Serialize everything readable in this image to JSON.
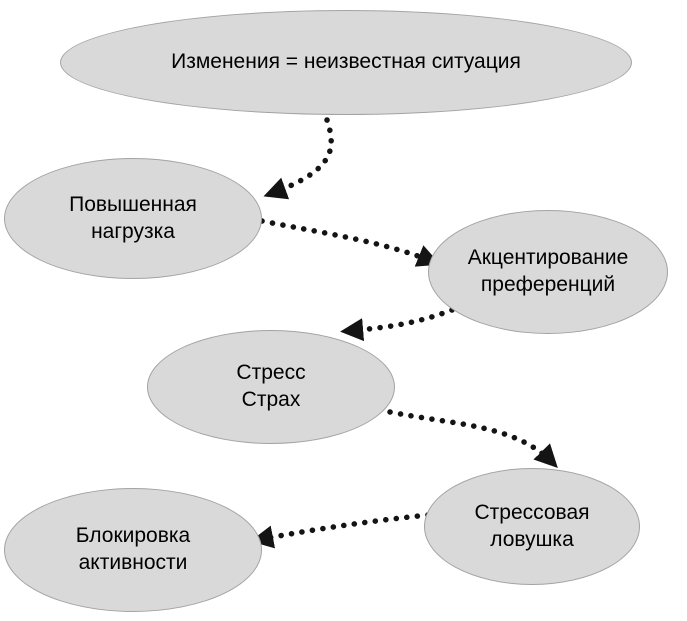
{
  "diagram": {
    "nodes": {
      "change": {
        "label": "Изменения = неизвестная ситуация"
      },
      "load": {
        "line1": "Повышенная",
        "line2": "нагрузка"
      },
      "accent": {
        "line1": "Акцентирование",
        "line2": "преференций"
      },
      "stress": {
        "line1": "Стресс",
        "line2": "Страх"
      },
      "trap": {
        "line1": "Стрессовая",
        "line2": "ловушка"
      },
      "block": {
        "line1": "Блокировка",
        "line2": "активности"
      }
    },
    "edges": [
      {
        "from": "change",
        "to": "load"
      },
      {
        "from": "load",
        "to": "accent"
      },
      {
        "from": "accent",
        "to": "stress"
      },
      {
        "from": "stress",
        "to": "trap"
      },
      {
        "from": "trap",
        "to": "block"
      }
    ],
    "colors": {
      "node_fill": "#d9d9d9",
      "node_border": "#a3a3a3",
      "arrow": "#141414",
      "background": "#ffffff"
    },
    "edge_style": "dotted-arrow"
  }
}
